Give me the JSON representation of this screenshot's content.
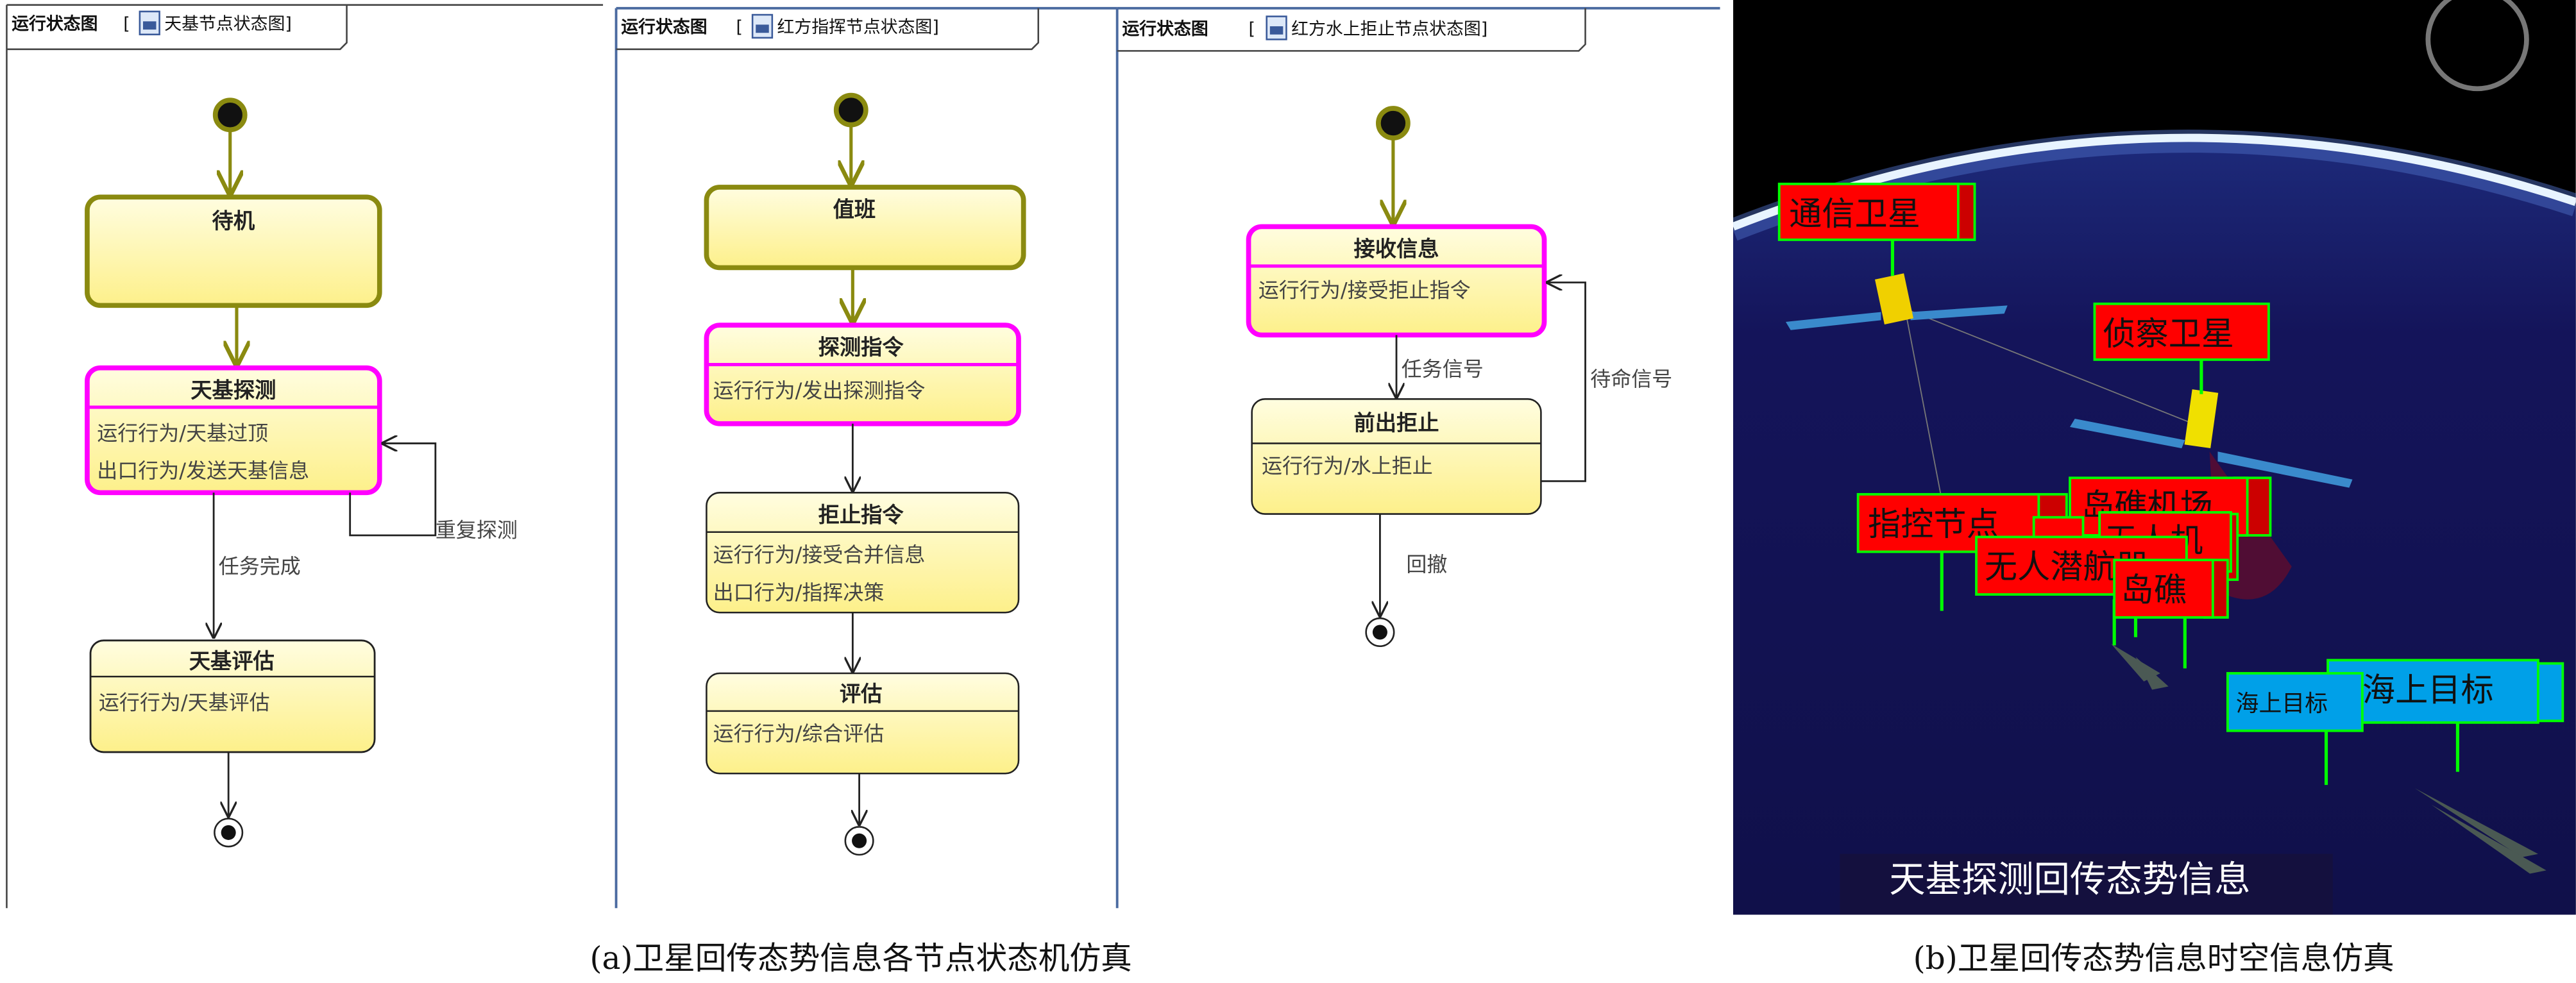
{
  "panels": [
    {
      "frame_label": "运行状态图",
      "bracket_open": "[",
      "diagram_name": "天基节点状态图]",
      "states": [
        {
          "name": "待机",
          "rows": []
        },
        {
          "name": "天基探测",
          "rows": [
            "运行行为/天基过顶",
            "出口行为/发送天基信息"
          ]
        },
        {
          "name": "天基评估",
          "rows": [
            "运行行为/天基评估"
          ]
        }
      ],
      "transitions": [
        "重复探测",
        "任务完成"
      ]
    },
    {
      "frame_label": "运行状态图",
      "bracket_open": "[",
      "diagram_name": "红方指挥节点状态图]",
      "states": [
        {
          "name": "值班",
          "rows": []
        },
        {
          "name": "探测指令",
          "rows": [
            "运行行为/发出探测指令"
          ]
        },
        {
          "name": "拒止指令",
          "rows": [
            "运行行为/接受合并信息",
            "出口行为/指挥决策"
          ]
        },
        {
          "name": "评估",
          "rows": [
            "运行行为/综合评估"
          ]
        }
      ]
    },
    {
      "frame_label": "运行状态图",
      "bracket_open": "[",
      "diagram_name": "红方水上拒止节点状态图]",
      "states": [
        {
          "name": "接收信息",
          "rows": [
            "运行行为/接受拒止指令"
          ]
        },
        {
          "name": "前出拒止",
          "rows": [
            "运行行为/水上拒止"
          ]
        }
      ],
      "transitions": [
        "任务信号",
        "待命信号",
        "回撤"
      ]
    }
  ],
  "simulation": {
    "labels": [
      "通信卫星",
      "侦察卫星",
      "指控节点",
      "岛礁机场",
      "无人机",
      "无人潜航器",
      "岛礁",
      "海上目标",
      "海上目标"
    ],
    "overlay_caption": "天基探测回传态势信息"
  },
  "captions": {
    "a": "(a)卫星回传态势信息各节点状态机仿真",
    "b": "(b)卫星回传态势信息时空信息仿真"
  },
  "colors": {
    "active_border": "#ff00ff",
    "initial_border": "#8a8a10",
    "target_red": "#ff0000",
    "target_blue": "#00a0e8",
    "label_border": "#00ff00"
  }
}
